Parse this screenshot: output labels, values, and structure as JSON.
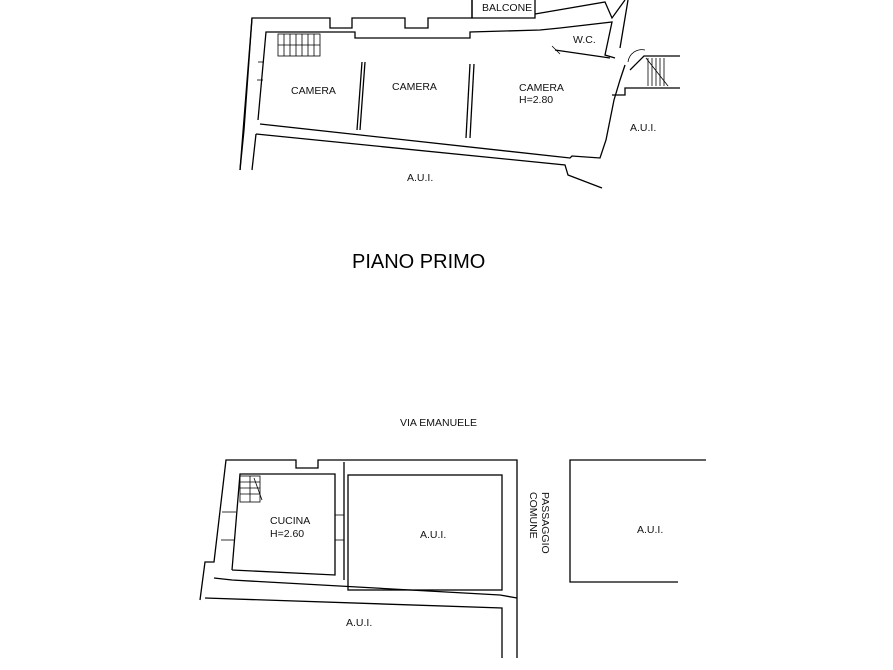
{
  "first_floor": {
    "title": "PIANO PRIMO",
    "rooms": [
      {
        "label": "CAMERA"
      },
      {
        "label": "CAMERA"
      },
      {
        "label": "CAMERA",
        "height_note": "H=2.80"
      },
      {
        "label": "W.C."
      }
    ],
    "balcony": "BALCONE",
    "neighbor_units": [
      "A.U.I.",
      "A.U.I."
    ]
  },
  "ground_floor": {
    "street": "VIA EMANUELE",
    "kitchen": {
      "label": "CUCINA",
      "height_note": "H=2.60"
    },
    "passage_line1": "PASSAGGIO",
    "passage_line2": "COMUNE",
    "neighbor_units": [
      "A.U.I.",
      "A.U.I.",
      "A.U.I."
    ]
  }
}
